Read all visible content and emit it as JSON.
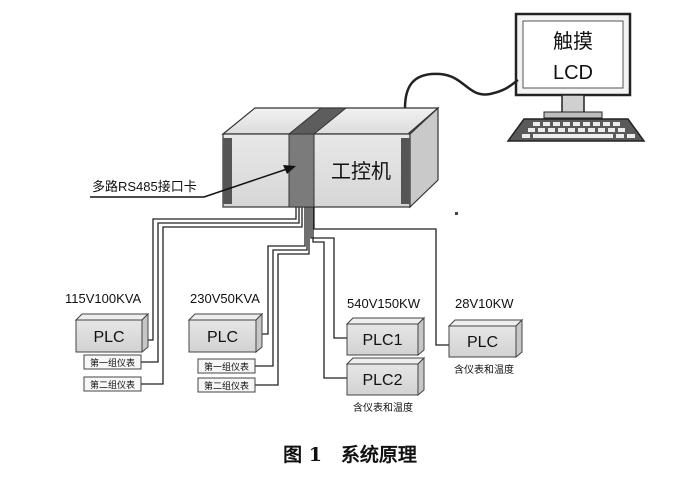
{
  "figure": {
    "caption": "图 1　系统原理"
  },
  "monitor": {
    "label_line1": "触摸",
    "label_line2": "LCD"
  },
  "controller": {
    "label": "工控机",
    "card_label": "多路RS485接口卡"
  },
  "groups": [
    {
      "rating": "115V100KVA",
      "plc_label": "PLC",
      "meter_labels": [
        "第一组仪表",
        "第二组仪表"
      ]
    },
    {
      "rating": "230V50KVA",
      "plc_label": "PLC",
      "meter_labels": [
        "第一组仪表",
        "第二组仪表"
      ]
    },
    {
      "rating": "540V150KW",
      "plc_labels": [
        "PLC1",
        "PLC2"
      ],
      "note": "含仪表和温度"
    },
    {
      "rating": "28V10KW",
      "plc_label": "PLC",
      "note": "含仪表和温度"
    }
  ]
}
